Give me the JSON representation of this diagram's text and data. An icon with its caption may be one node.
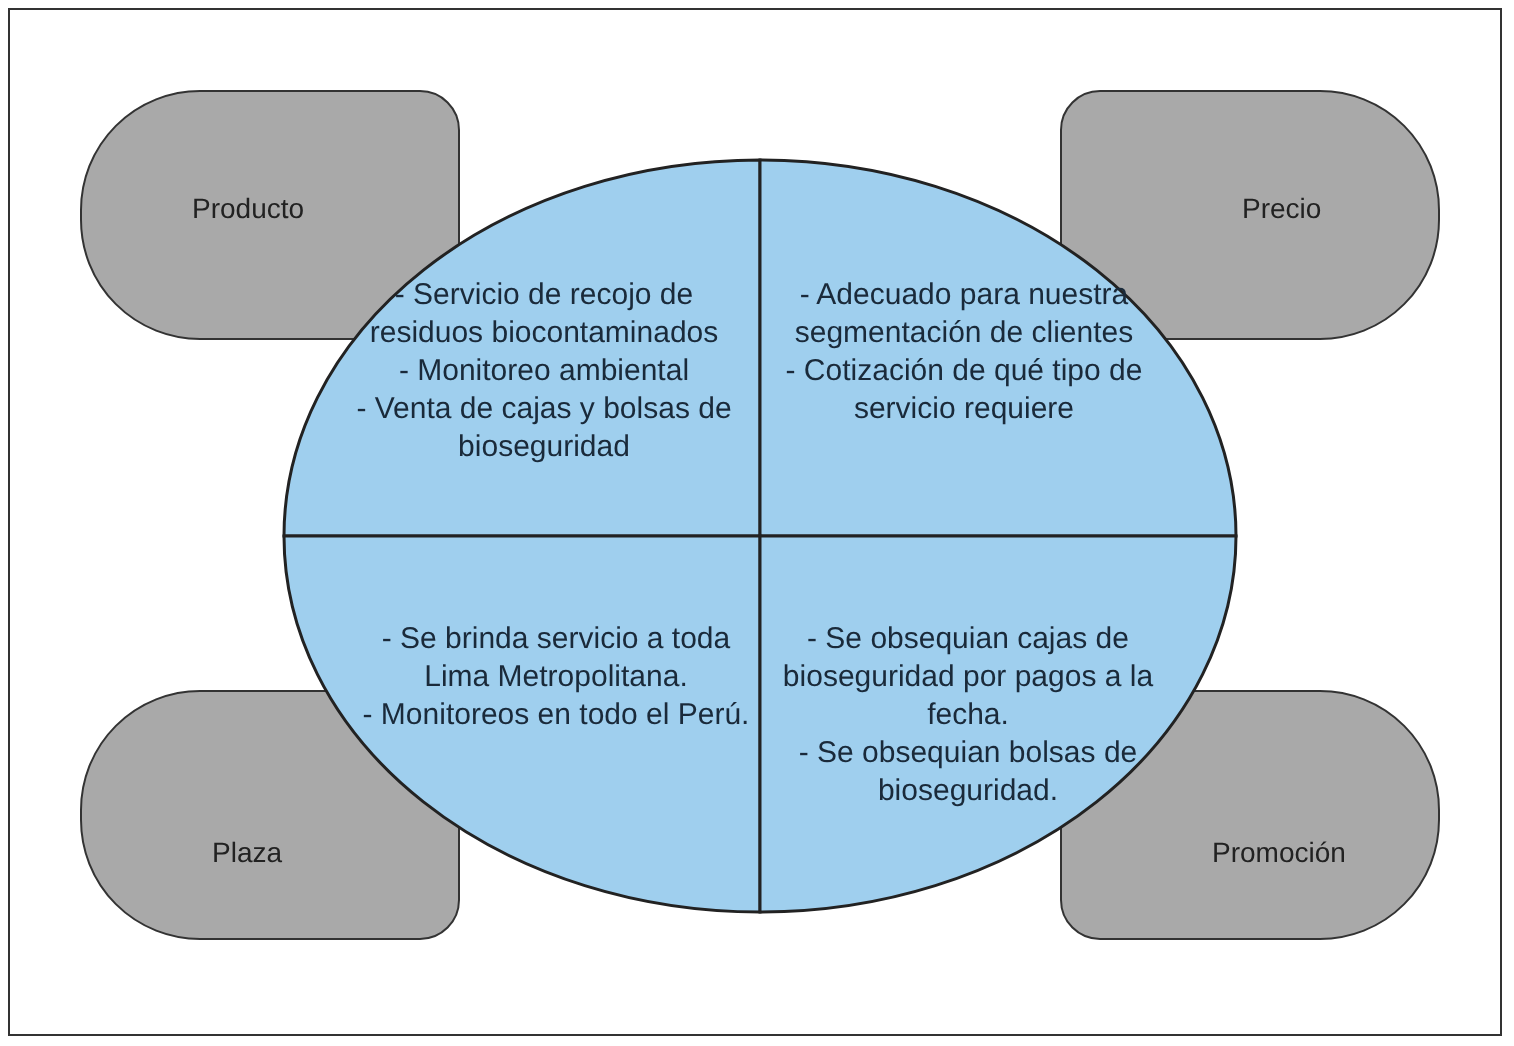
{
  "diagram": {
    "nodes": [
      {
        "text": [
          "Producto"
        ]
      },
      {
        "text": [
          "Precio"
        ]
      },
      {
        "text": [
          "Plaza"
        ]
      },
      {
        "text": [
          "Promoción"
        ]
      },
      {
        "text": [
          "- Servicio de recojo de residuos biocontaminados",
          "- Monitoreo ambiental",
          "- Venta de cajas y bolsas de bioseguridad"
        ]
      },
      {
        "text": [
          "- Adecuado para nuestra segmentación de clientes",
          "- Cotización de qué tipo de servicio requiere"
        ]
      },
      {
        "text": [
          "- Se brinda servicio a toda Lima Metropolitana.",
          "- Monitoreos en todo el Perú."
        ]
      },
      {
        "text": [
          "- Se obsequian cajas de bioseguridad por pagos a la fecha.",
          "- Se obsequian bolsas de bioseguridad."
        ]
      }
    ],
    "edges": []
  }
}
